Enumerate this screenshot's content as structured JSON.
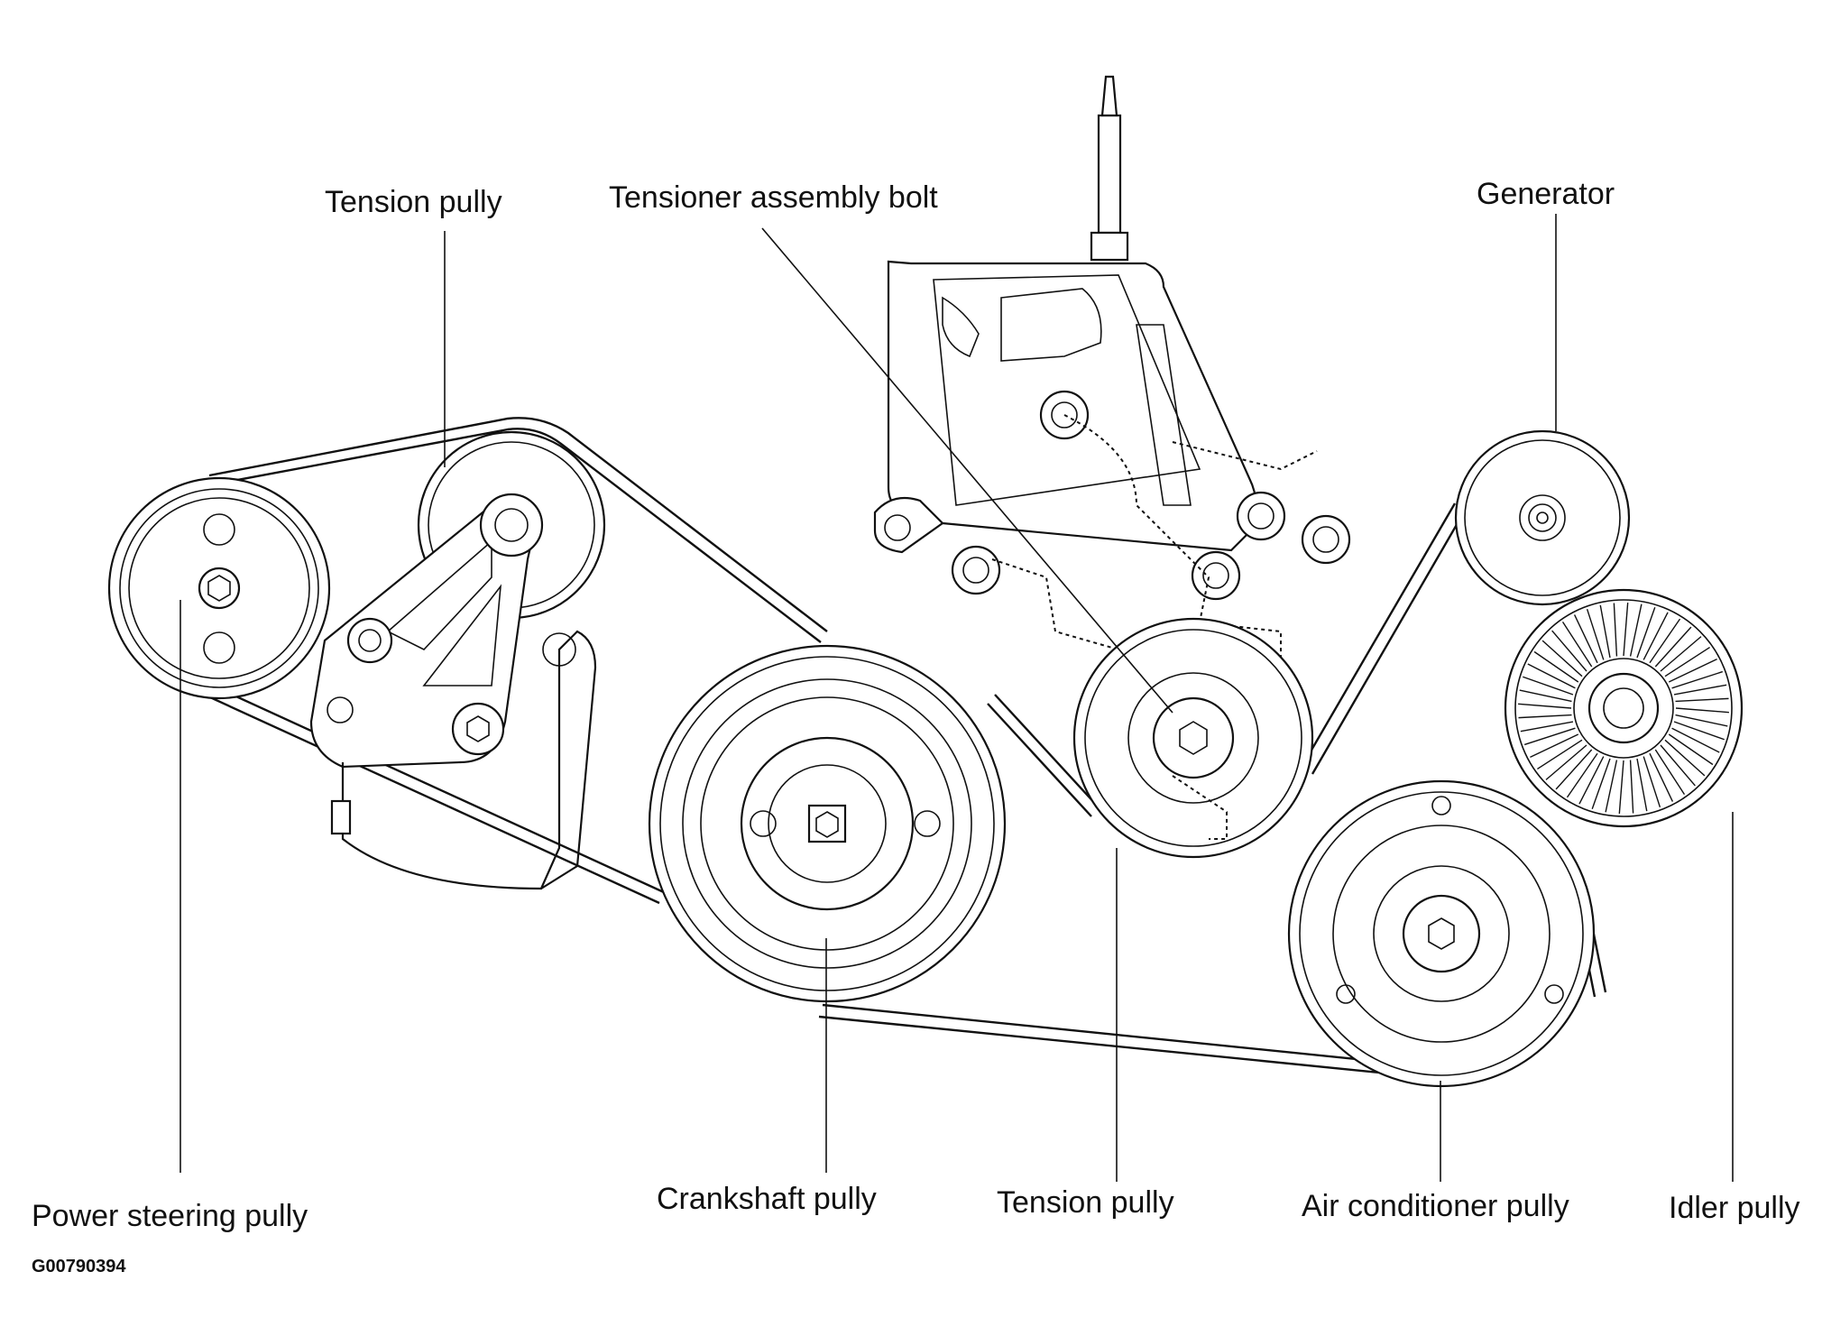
{
  "labels": {
    "tension_pully_top": "Tension pully",
    "tensioner_assembly_bolt": "Tensioner assembly bolt",
    "generator": "Generator",
    "power_steering_pully": "Power steering pully",
    "crankshaft_pully": "Crankshaft pully",
    "tension_pully_bottom": "Tension pully",
    "air_conditioner_pully": "Air conditioner pully",
    "idler_pully": "Idler pully"
  },
  "figure_code": "G00790394"
}
